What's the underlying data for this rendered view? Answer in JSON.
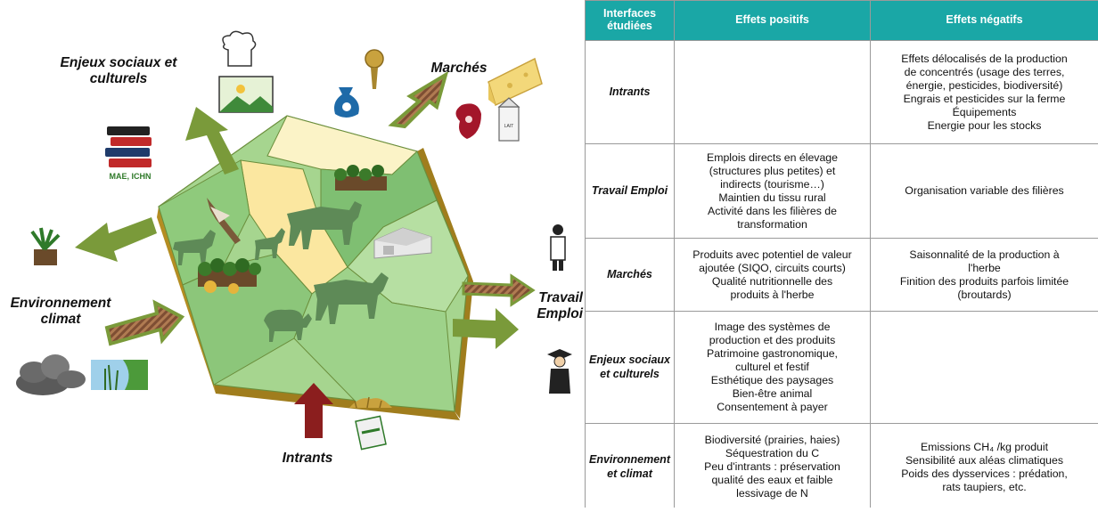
{
  "diagram": {
    "labels": {
      "enjeux": [
        "Enjeux sociaux et",
        "culturels"
      ],
      "marches": "Marchés",
      "environnement": [
        "Environnement",
        "climat"
      ],
      "travail": [
        "Travail",
        "Emploi"
      ],
      "intrants": "Intrants",
      "mae_ichn": "MAE, ICHN",
      "lait": "LAIT"
    },
    "colors": {
      "arrow_green": "#7a9a3a",
      "arrow_striped": "#9b6a4a",
      "arrow_red": "#8b1e1e",
      "platform_side": "#a07d1d",
      "field_green": "#a6d58f",
      "field_dark": "#7fbf72",
      "field_yellow": "#fbe7a0",
      "field_light_yellow": "#fbf3c7"
    },
    "icons": [
      "chef-hat-icon",
      "landscape-icon",
      "money-bag-icon",
      "medal-icon",
      "cheese-icon",
      "meat-icon",
      "milk-carton-icon",
      "books-icon",
      "plant-icon",
      "cloud-icon",
      "wetland-icon",
      "hay-icon",
      "seed-bag-icon",
      "worker-icon",
      "graduate-icon",
      "cow-icon",
      "sheep-icon",
      "horse-icon",
      "goat-icon",
      "bird-icon",
      "orchard-icon",
      "barn-icon"
    ]
  },
  "table": {
    "headers": [
      "Interfaces étudiées",
      "Effets positifs",
      "Effets négatifs"
    ],
    "rows": [
      {
        "interface": "Intrants",
        "positive": [],
        "negative": [
          "Effets délocalisés de la production",
          "de concentrés (usage des terres,",
          "énergie, pesticides, biodiversité)",
          "Engrais et pesticides sur la ferme",
          "Équipements",
          "Energie pour les stocks"
        ]
      },
      {
        "interface": "Travail Emploi",
        "positive": [
          "Emplois directs en élevage",
          "(structures plus petites) et",
          "indirects (tourisme…)",
          "Maintien du tissu rural",
          "Activité dans les filières de",
          "transformation"
        ],
        "negative": [
          "Organisation variable des filières"
        ]
      },
      {
        "interface": "Marchés",
        "positive": [
          "Produits avec potentiel de valeur",
          "ajoutée (SIQO, circuits courts)",
          "Qualité nutritionnelle des",
          "produits à l'herbe"
        ],
        "negative": [
          "Saisonnalité de la production à",
          "l'herbe",
          "Finition des produits parfois limitée",
          "(broutards)"
        ]
      },
      {
        "interface": "Enjeux sociaux et culturels",
        "positive": [
          "Image des systèmes de",
          "production et des produits",
          "Patrimoine gastronomique,",
          "culturel et festif",
          "Esthétique des paysages",
          "Bien-être animal",
          "Consentement à payer"
        ],
        "negative": []
      },
      {
        "interface": "Environnement et climat",
        "positive": [
          "Biodiversité (prairies, haies)",
          "Séquestration du C",
          "Peu d'intrants : préservation",
          "qualité des eaux et faible",
          "lessivage de N"
        ],
        "negative": [
          "Emissions CH₄ /kg produit",
          "Sensibilité aux aléas climatiques",
          "Poids des dysservices : prédation,",
          "rats taupiers, etc."
        ]
      }
    ]
  }
}
